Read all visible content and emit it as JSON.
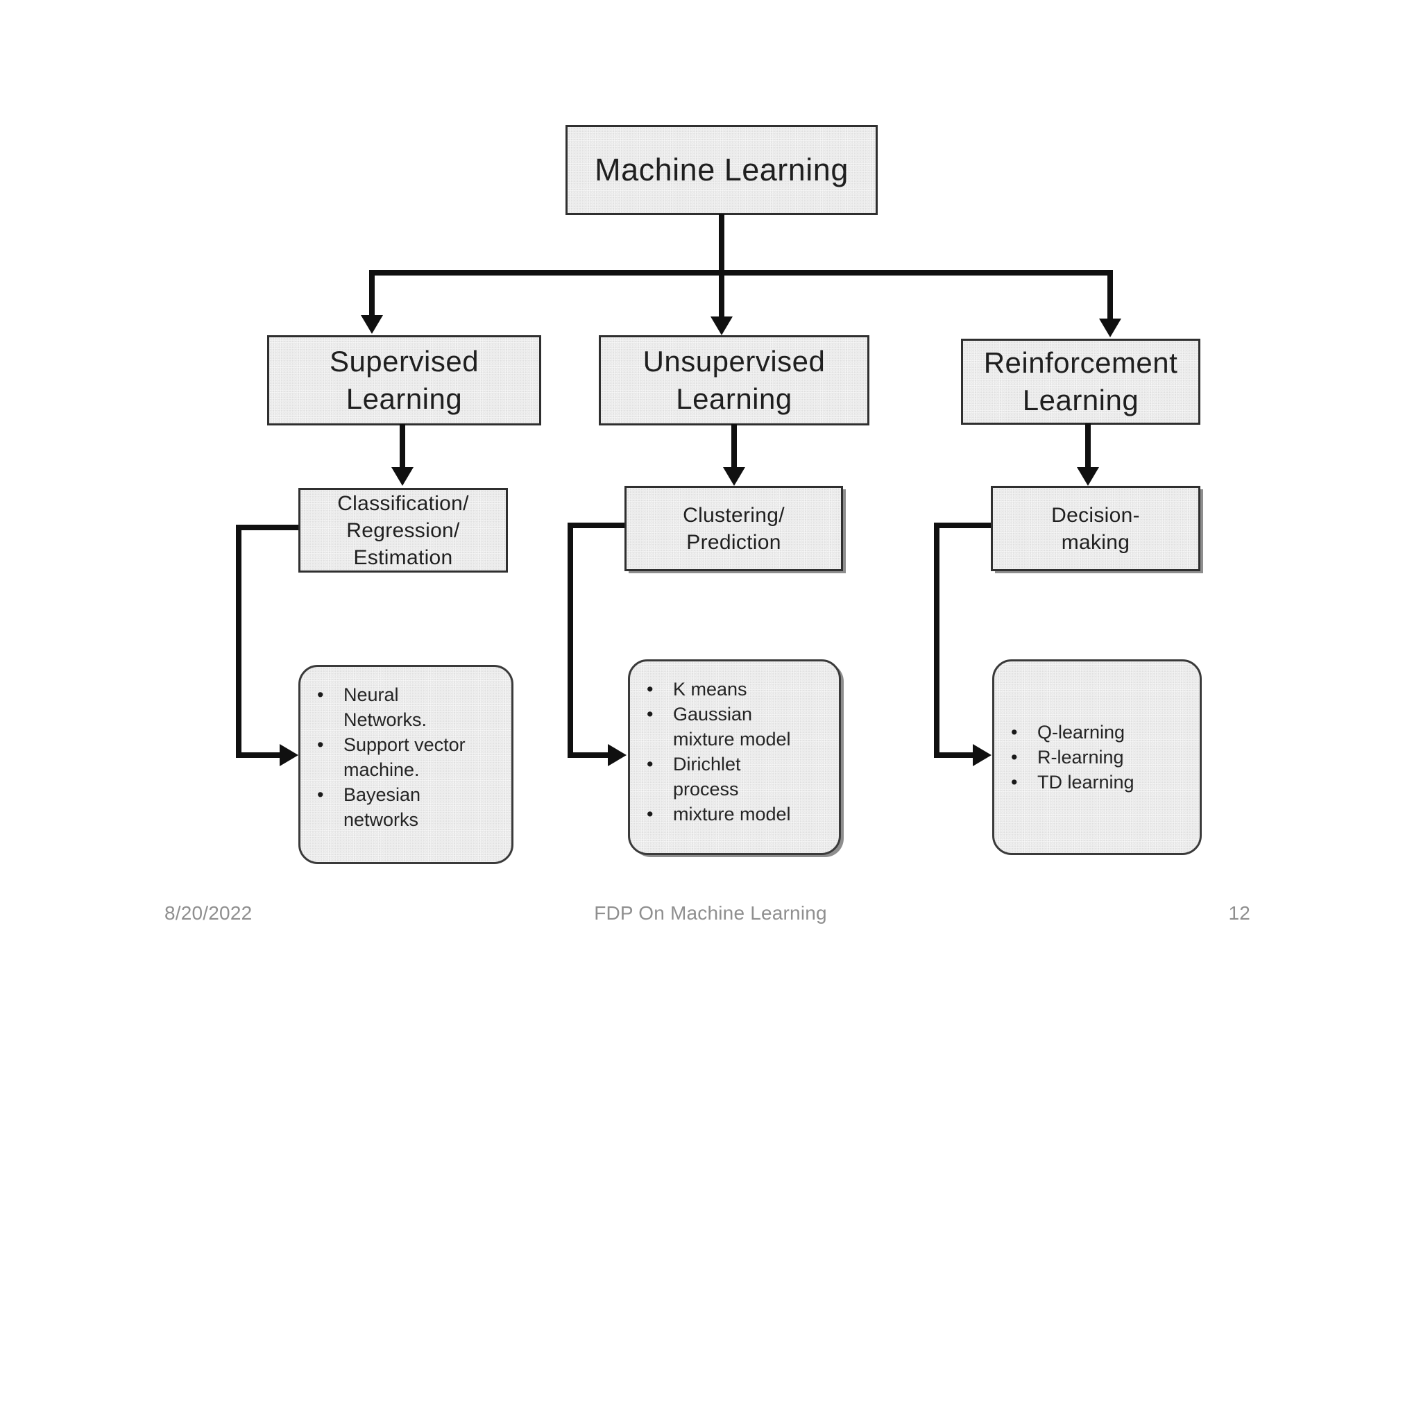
{
  "slide": {
    "root_label": "Machine Learning",
    "branches": [
      {
        "name": [
          "Supervised",
          "Learning"
        ],
        "sub": [
          "Classification/",
          "Regression/",
          "Estimation"
        ],
        "methods": [
          "Neural Networks.",
          "Support vector machine.",
          "Bayesian networks"
        ]
      },
      {
        "name": [
          "Unsupervised",
          "Learning"
        ],
        "sub": [
          "Clustering/",
          "Prediction"
        ],
        "methods": [
          "K means",
          "Gaussian mixture model",
          "Dirichlet process",
          "mixture model"
        ]
      },
      {
        "name": [
          "Reinforcement",
          "Learning"
        ],
        "sub": [
          "Decision-",
          "making"
        ],
        "methods": [
          "Q-learning",
          "R-learning",
          "TD learning"
        ]
      }
    ],
    "footer": {
      "date": "8/20/2022",
      "title": "FDP On Machine Learning",
      "page": "12"
    },
    "colors": {
      "background": "#ffffff",
      "box_fill": "#eaeaea",
      "box_border": "#2f2f2f",
      "connector": "#101010",
      "footer_text": "#8f8f8f"
    }
  }
}
